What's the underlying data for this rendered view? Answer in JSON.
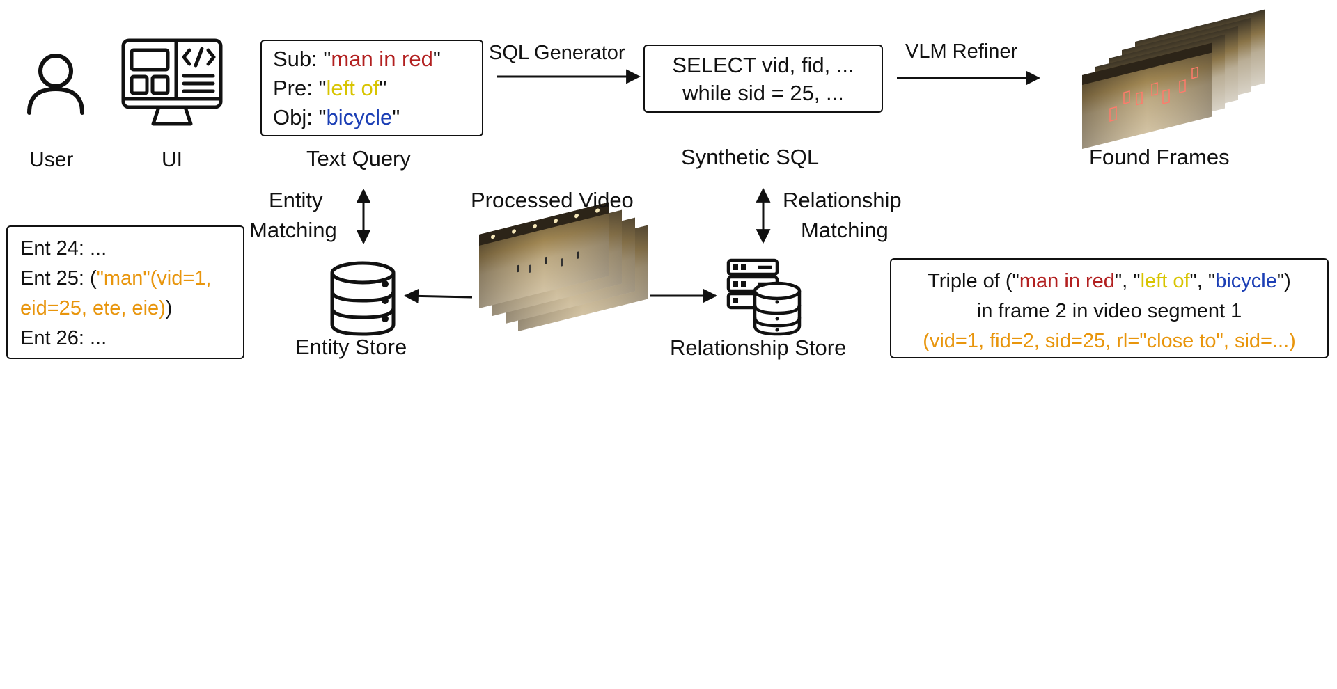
{
  "actors": {
    "user_label": "User",
    "ui_label": "UI"
  },
  "text_query": {
    "caption": "Text Query",
    "sub_prefix": "Sub: \"",
    "sub_value": "man in red",
    "sub_suffix": "\"",
    "pre_prefix": "Pre: \"",
    "pre_value": "left of",
    "pre_suffix": "\"",
    "obj_prefix": "Obj: \"",
    "obj_value": "bicycle",
    "obj_suffix": "\""
  },
  "sql_generator_label": "SQL Generator",
  "synthetic_sql": {
    "caption": "Synthetic SQL",
    "line1": "SELECT vid, fid, ...",
    "line2": "while sid = 25, ..."
  },
  "vlm_refiner_label": "VLM Refiner",
  "found_frames_label": "Found Frames",
  "entity_matching": {
    "line1": "Entity",
    "line2": "Matching"
  },
  "relationship_matching": {
    "line1": "Relationship",
    "line2": "Matching"
  },
  "processed_video_label": "Processed Video",
  "entity_store_label": "Entity Store",
  "relationship_store_label": "Relationship Store",
  "entity_list": {
    "line1": "Ent 24: ...",
    "line2_prefix": "Ent 25: (",
    "line2_value": "\"man\"(vid=1,",
    "line3_value": "eid=25, ete, eie)",
    "line3_suffix": ")",
    "line4": "Ent 26: ..."
  },
  "triple": {
    "prefix": "Triple of (\"",
    "subject": "man in red",
    "sep1": "\", \"",
    "predicate": "left of",
    "sep2": "\", \"",
    "object": "bicycle",
    "suffix": "\")",
    "line2": "in frame 2 in video segment 1",
    "line3": "(vid=1, fid=2, sid=25, rl=\"close to\", sid=...)"
  },
  "colors": {
    "subject": "#b22020",
    "predicate": "#d8c400",
    "object": "#1c3fb5",
    "highlight": "#e8950c",
    "stroke": "#111111"
  }
}
